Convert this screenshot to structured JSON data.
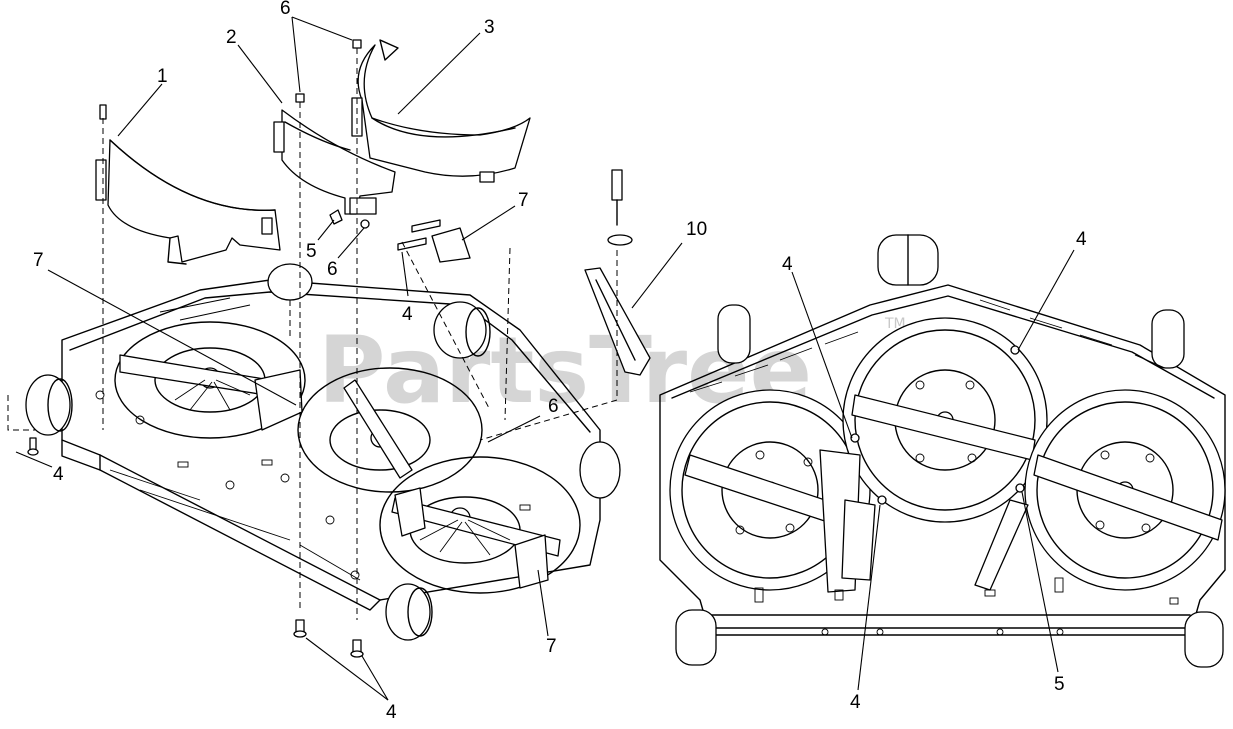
{
  "watermark": {
    "text": "PartsTree",
    "tm": "TM"
  },
  "callouts": {
    "c1": "1",
    "c2": "2",
    "c3": "3",
    "c4a": "4",
    "c4b": "4",
    "c4c": "4",
    "c4d": "4",
    "c4e": "4",
    "c4f": "4",
    "c5a": "5",
    "c5b": "5",
    "c6a": "6",
    "c6b": "6",
    "c6c": "6",
    "c7a": "7",
    "c7b": "7",
    "c7c": "7",
    "c10": "10"
  }
}
